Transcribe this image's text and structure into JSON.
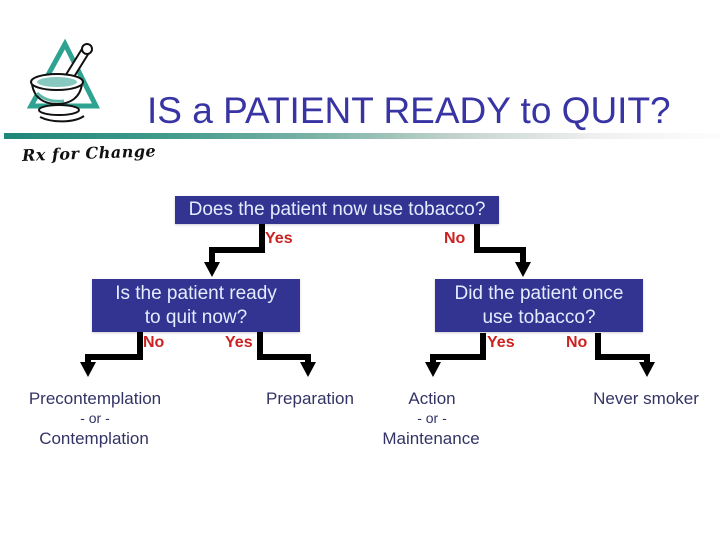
{
  "header": {
    "title": "IS a PATIENT READY to QUIT?",
    "logo_text": "Rx for Change"
  },
  "flowchart": {
    "root_question": "Does the patient now use tobacco?",
    "root_yes": "Yes",
    "root_no": "No",
    "left_question_line1": "Is the patient ready",
    "left_question_line2": "to quit now?",
    "left_no": "No",
    "left_yes": "Yes",
    "right_question_line1": "Did the patient once",
    "right_question_line2": "use tobacco?",
    "right_yes": "Yes",
    "right_no": "No",
    "outcomes": {
      "not_ready_line1": "Precontemplation",
      "not_ready_or": "- or -",
      "not_ready_line2": "Contemplation",
      "ready": "Preparation",
      "former_line1": "Action",
      "former_or": "- or -",
      "former_line2": "Maintenance",
      "never": "Never smoker"
    }
  },
  "colors": {
    "node_fill": "#333392",
    "node_text": "#E4EDFF",
    "branch_label": "#CC2222",
    "outcome_text": "#333366",
    "title_text": "#3834A3",
    "accent_teal": "#2E9B8A"
  }
}
